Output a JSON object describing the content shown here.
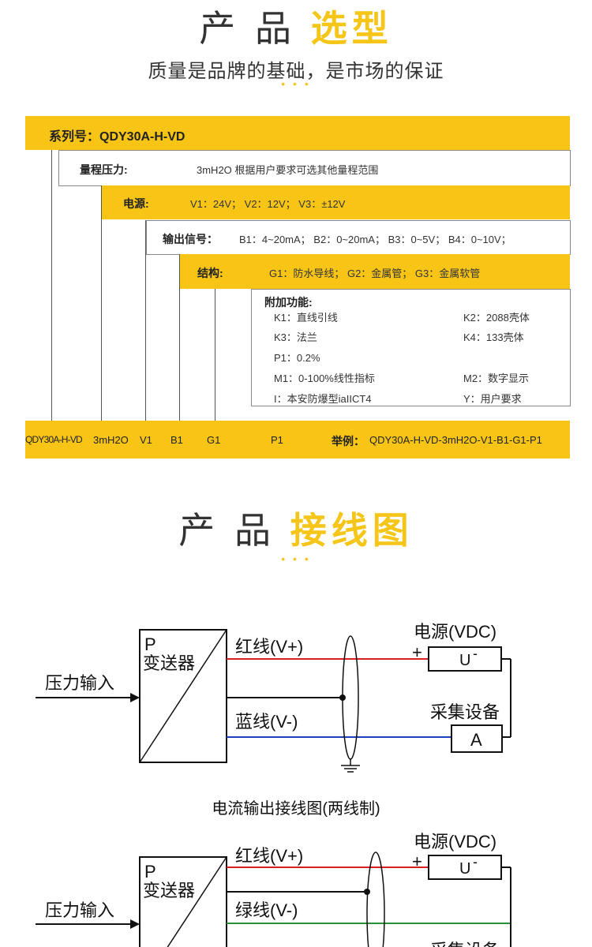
{
  "section1": {
    "title_part1": "产 品",
    "title_part2": "选型",
    "subtitle": "质量是品牌的基础，是市场的保证",
    "dots": "• • •"
  },
  "selection": {
    "series_label": "系列号：QDY30A-H-VD",
    "range_label": "量程压力:",
    "range_value": "3mH2O  根据用户要求可选其他量程范围",
    "power_label": "电源:",
    "power_value": "V1：24V；  V2：12V；  V3：±12V",
    "output_label": "输出信号：",
    "output_value": "B1：4~20mA；  B2：0~20mA；  B3：0~5V；  B4：0~10V；",
    "structure_label": "结构:",
    "structure_value": "G1：防水导线；  G2：金属管；  G3：金属软管",
    "addon_label": "附加功能:",
    "addon_items": [
      [
        "K1：直线引线",
        "K2：2088壳体"
      ],
      [
        "K3：法兰",
        "K4：133壳体"
      ],
      [
        "P1：0.2%",
        ""
      ],
      [
        "M1：0-100%线性指标",
        "M2：数字显示"
      ],
      [
        "I：本安防爆型iaIICT4",
        "Y：用户要求"
      ]
    ],
    "code_row": {
      "series": "QDY30A-H-VD",
      "range": "3mH2O",
      "power": "V1",
      "output": "B1",
      "structure": "G1",
      "addon": "P1",
      "example_label": "举例：",
      "example_value": "QDY30A-H-VD-3mH2O-V1-B1-G1-P1"
    }
  },
  "section2": {
    "title_part1": "产 品",
    "title_part2": "接线图",
    "dots": "• • •"
  },
  "diagram1": {
    "box_p": "P",
    "box_label": "变送器",
    "pressure_input": "压力输入",
    "red_wire": "红线(V+)",
    "blue_wire": "蓝线(V-)",
    "power_label": "电源(VDC)",
    "plus": "+",
    "u_label": "U",
    "minus": "-",
    "collector_label": "采集设备",
    "a_label": "A",
    "caption": "电流输出接线图(两线制)"
  },
  "diagram2": {
    "box_p": "P",
    "box_label": "变送器",
    "pressure_input": "压力输入",
    "red_wire": "红线(V+)",
    "green_wire": "绿线(V-)",
    "power_label": "电源(VDC)",
    "plus": "+",
    "u_label": "U",
    "minus": "-",
    "collector_label": "采集设备"
  },
  "colors": {
    "accent_yellow": "#f8c516",
    "red_wire": "#d81e1e",
    "blue_wire": "#1f3fbf",
    "green_wire": "#2a8f3a"
  }
}
